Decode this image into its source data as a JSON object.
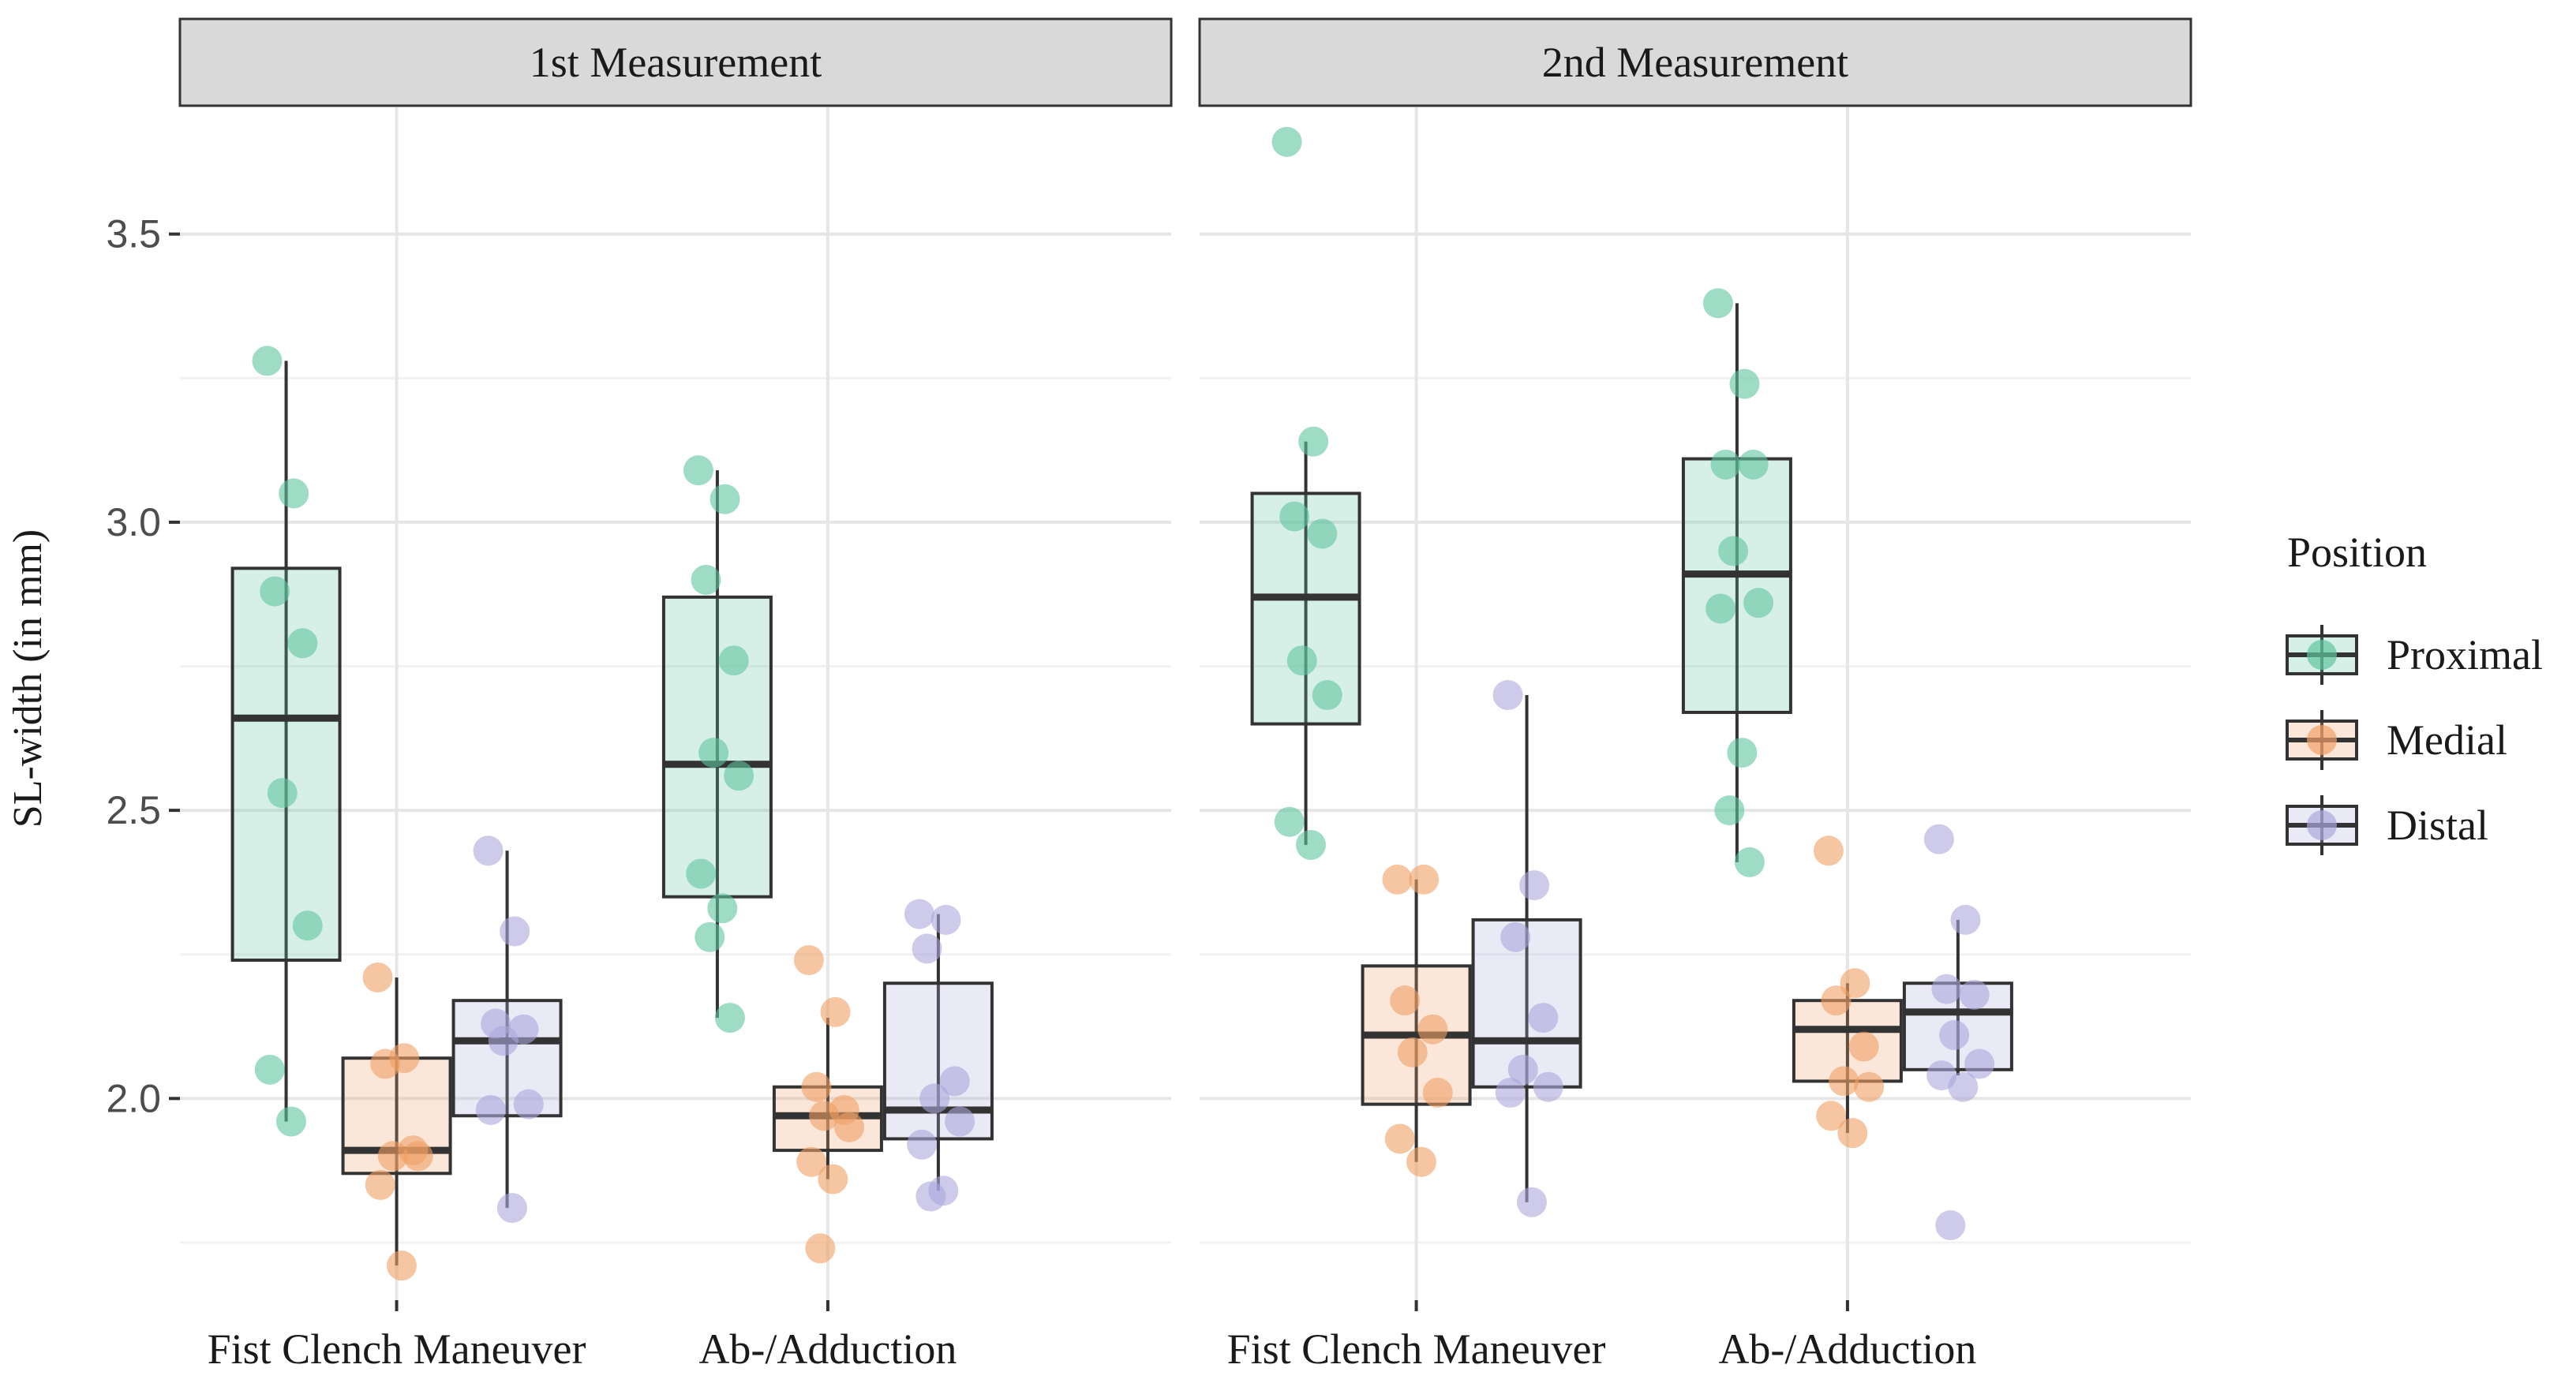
{
  "chart_data": {
    "type": "box",
    "ylabel": "SL-width (in mm)",
    "xlabel": "",
    "ylim": [
      1.65,
      3.72
    ],
    "yticks": [
      2.0,
      2.5,
      3.0,
      3.5
    ],
    "ytick_labels": [
      "2.0",
      "2.5",
      "3.0",
      "3.5"
    ],
    "grid": true,
    "legend": {
      "title": "Position",
      "placement": "right",
      "entries": [
        {
          "name": "Proximal",
          "color": "#5fc4a0"
        },
        {
          "name": "Medial",
          "color": "#f0a066"
        },
        {
          "name": "Distal",
          "color": "#aca6dc"
        }
      ]
    },
    "categories": [
      "Fist Clench Maneuver",
      "Ab-/Adduction"
    ],
    "panels": [
      {
        "title": "1st Measurement",
        "groups": [
          {
            "category": "Fist Clench Maneuver",
            "boxes": [
              {
                "series": "Proximal",
                "whisker_low": 1.96,
                "q1": 2.24,
                "median": 2.66,
                "q3": 2.92,
                "whisker_high": 3.28,
                "points": [
                  3.28,
                  3.05,
                  2.88,
                  2.79,
                  2.53,
                  2.3,
                  2.05,
                  1.96
                ]
              },
              {
                "series": "Medial",
                "whisker_low": 1.71,
                "q1": 1.87,
                "median": 1.91,
                "q3": 2.07,
                "whisker_high": 2.21,
                "points": [
                  2.21,
                  2.07,
                  2.06,
                  1.91,
                  1.9,
                  1.9,
                  1.85,
                  1.71
                ]
              },
              {
                "series": "Distal",
                "whisker_low": 1.81,
                "q1": 1.97,
                "median": 2.1,
                "q3": 2.17,
                "whisker_high": 2.43,
                "points": [
                  2.43,
                  2.29,
                  2.13,
                  2.12,
                  2.1,
                  1.99,
                  1.98,
                  1.81
                ]
              }
            ]
          },
          {
            "category": "Ab-/Adduction",
            "boxes": [
              {
                "series": "Proximal",
                "whisker_low": 2.14,
                "q1": 2.35,
                "median": 2.58,
                "q3": 2.87,
                "whisker_high": 3.09,
                "points": [
                  3.09,
                  3.04,
                  2.9,
                  2.76,
                  2.6,
                  2.56,
                  2.39,
                  2.33,
                  2.28,
                  2.14
                ]
              },
              {
                "series": "Medial",
                "whisker_low": 1.86,
                "q1": 1.91,
                "median": 1.97,
                "q3": 2.02,
                "whisker_high": 2.14,
                "points": [
                  2.24,
                  2.15,
                  2.02,
                  1.98,
                  1.97,
                  1.95,
                  1.89,
                  1.86,
                  1.74
                ]
              },
              {
                "series": "Distal",
                "whisker_low": 1.84,
                "q1": 1.93,
                "median": 1.98,
                "q3": 2.2,
                "whisker_high": 2.32,
                "points": [
                  2.32,
                  2.31,
                  2.26,
                  2.03,
                  2.0,
                  1.96,
                  1.92,
                  1.84,
                  1.83
                ]
              }
            ]
          }
        ]
      },
      {
        "title": "2nd Measurement",
        "groups": [
          {
            "category": "Fist Clench Maneuver",
            "boxes": [
              {
                "series": "Proximal",
                "whisker_low": 2.44,
                "q1": 2.65,
                "median": 2.87,
                "q3": 3.05,
                "whisker_high": 3.14,
                "points": [
                  3.66,
                  3.14,
                  3.01,
                  2.98,
                  2.76,
                  2.7,
                  2.48,
                  2.44
                ]
              },
              {
                "series": "Medial",
                "whisker_low": 1.89,
                "q1": 1.99,
                "median": 2.11,
                "q3": 2.23,
                "whisker_high": 2.38,
                "points": [
                  2.38,
                  2.38,
                  2.17,
                  2.12,
                  2.08,
                  2.01,
                  1.93,
                  1.89
                ]
              },
              {
                "series": "Distal",
                "whisker_low": 1.82,
                "q1": 2.02,
                "median": 2.1,
                "q3": 2.31,
                "whisker_high": 2.7,
                "points": [
                  2.7,
                  2.37,
                  2.28,
                  2.14,
                  2.05,
                  2.02,
                  2.01,
                  1.82
                ]
              }
            ]
          },
          {
            "category": "Ab-/Adduction",
            "boxes": [
              {
                "series": "Proximal",
                "whisker_low": 2.41,
                "q1": 2.67,
                "median": 2.91,
                "q3": 3.11,
                "whisker_high": 3.38,
                "points": [
                  3.38,
                  3.24,
                  3.1,
                  3.1,
                  2.95,
                  2.86,
                  2.85,
                  2.6,
                  2.5,
                  2.41
                ]
              },
              {
                "series": "Medial",
                "whisker_low": 1.94,
                "q1": 2.03,
                "median": 2.12,
                "q3": 2.17,
                "whisker_high": 2.2,
                "points": [
                  2.43,
                  2.2,
                  2.17,
                  2.09,
                  2.03,
                  2.02,
                  1.97,
                  1.94
                ]
              },
              {
                "series": "Distal",
                "whisker_low": 2.04,
                "q1": 2.05,
                "median": 2.15,
                "q3": 2.2,
                "whisker_high": 2.31,
                "points": [
                  2.45,
                  2.31,
                  2.19,
                  2.18,
                  2.11,
                  2.06,
                  2.04,
                  2.02,
                  1.78
                ]
              }
            ]
          }
        ]
      }
    ]
  }
}
